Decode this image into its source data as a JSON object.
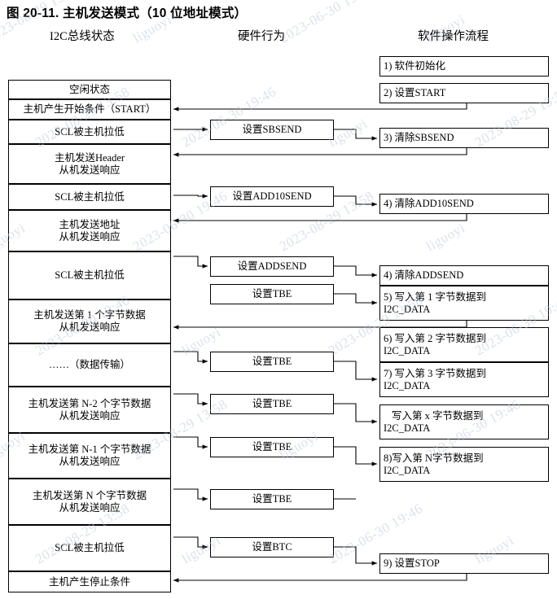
{
  "figure": {
    "title": "图 20-11. 主机发送模式（10 位地址模式）"
  },
  "columns": {
    "bus_state": "I2C总线状态",
    "hardware": "硬件行为",
    "software": "软件操作流程"
  },
  "bus_state_boxes": [
    {
      "id": "idle",
      "lines": [
        "空闲状态"
      ]
    },
    {
      "id": "start",
      "lines": [
        "主机产生开始条件（START）"
      ]
    },
    {
      "id": "scl-low-1",
      "lines": [
        "SCL被主机拉低"
      ]
    },
    {
      "id": "send-header",
      "lines": [
        "主机发送Header",
        "从机发送响应"
      ]
    },
    {
      "id": "scl-low-2",
      "lines": [
        "SCL被主机拉低"
      ]
    },
    {
      "id": "send-addr",
      "lines": [
        "主机发送地址",
        "从机发送响应"
      ]
    },
    {
      "id": "scl-low-3",
      "lines": [
        "SCL被主机拉低"
      ]
    },
    {
      "id": "byte-1",
      "lines": [
        "主机发送第 1 个字节数据",
        "从机发送响应"
      ]
    },
    {
      "id": "transfer",
      "lines": [
        "……（数据传输）"
      ]
    },
    {
      "id": "byte-n-2",
      "lines": [
        "主机发送第 N-2 个字节数据",
        "从机发送响应"
      ]
    },
    {
      "id": "byte-n-1",
      "lines": [
        "主机发送第 N-1 个字节数据",
        "从机发送响应"
      ]
    },
    {
      "id": "byte-n",
      "lines": [
        "主机发送第 N 个字节数据",
        "从机发送响应"
      ]
    },
    {
      "id": "scl-low-4",
      "lines": [
        "SCL被主机拉低"
      ]
    },
    {
      "id": "stop",
      "lines": [
        "主机产生停止条件"
      ]
    }
  ],
  "hardware_boxes": [
    {
      "id": "set-sbsend",
      "label": "设置SBSEND"
    },
    {
      "id": "set-add10send",
      "label": "设置ADD10SEND"
    },
    {
      "id": "set-addsend",
      "label": "设置ADDSEND"
    },
    {
      "id": "set-tbe-1",
      "label": "设置TBE"
    },
    {
      "id": "set-tbe-2",
      "label": "设置TBE"
    },
    {
      "id": "set-tbe-3",
      "label": "设置TBE"
    },
    {
      "id": "set-tbe-4",
      "label": "设置TBE"
    },
    {
      "id": "set-tbe-5",
      "label": "设置TBE"
    },
    {
      "id": "set-btc",
      "label": "设置BTC"
    }
  ],
  "software_boxes": [
    {
      "id": "sw-1",
      "lines": [
        "1) 软件初始化"
      ]
    },
    {
      "id": "sw-2",
      "lines": [
        "2) 设置START"
      ]
    },
    {
      "id": "sw-3",
      "lines": [
        "3) 清除SBSEND"
      ]
    },
    {
      "id": "sw-4a",
      "lines": [
        "4) 清除ADD10SEND"
      ]
    },
    {
      "id": "sw-4b",
      "lines": [
        "4) 清除ADDSEND"
      ]
    },
    {
      "id": "sw-5",
      "lines": [
        "5) 写入第 1 字节数据到",
        "I2C_DATA"
      ]
    },
    {
      "id": "sw-6",
      "lines": [
        "6) 写入第 2 字节数据到",
        "I2C_DATA"
      ]
    },
    {
      "id": "sw-7",
      "lines": [
        "7) 写入第 3 字节数据到",
        "I2C_DATA"
      ]
    },
    {
      "id": "sw-x",
      "lines": [
        "写入第 x 字节数据到",
        "I2C_DATA"
      ]
    },
    {
      "id": "sw-8",
      "lines": [
        "8)写入第 N字节数据到",
        "I2C_DATA"
      ]
    },
    {
      "id": "sw-9",
      "lines": [
        "9) 设置STOP"
      ]
    }
  ],
  "watermarks": [
    "2023-08-29 13:58",
    "liguoyi",
    "2023-06-30 19:46",
    "liguoyi",
    "2023-08-29 13:58",
    "2023-06-30 19:46",
    "liguoyi",
    "2023-08-29 13:58",
    "liguoyi",
    "2023-06-30 19:46",
    "2023-08-29 13:58",
    "liguoyi",
    "2023-06-30 19:46",
    "liguoyi",
    "2023-08-29 13:58",
    "2023-06-30 19:46",
    "liguoyi",
    "2023-08-29 13:58",
    "liguoyi",
    "2023-06-30 19:46",
    "2023-08-29 13:58",
    "liguoyi",
    "2023-06-30 19:46",
    "liguoyi"
  ],
  "colors": {
    "stroke": "#000000",
    "background": "#ffffff",
    "watermark": "#b9c4d8"
  }
}
